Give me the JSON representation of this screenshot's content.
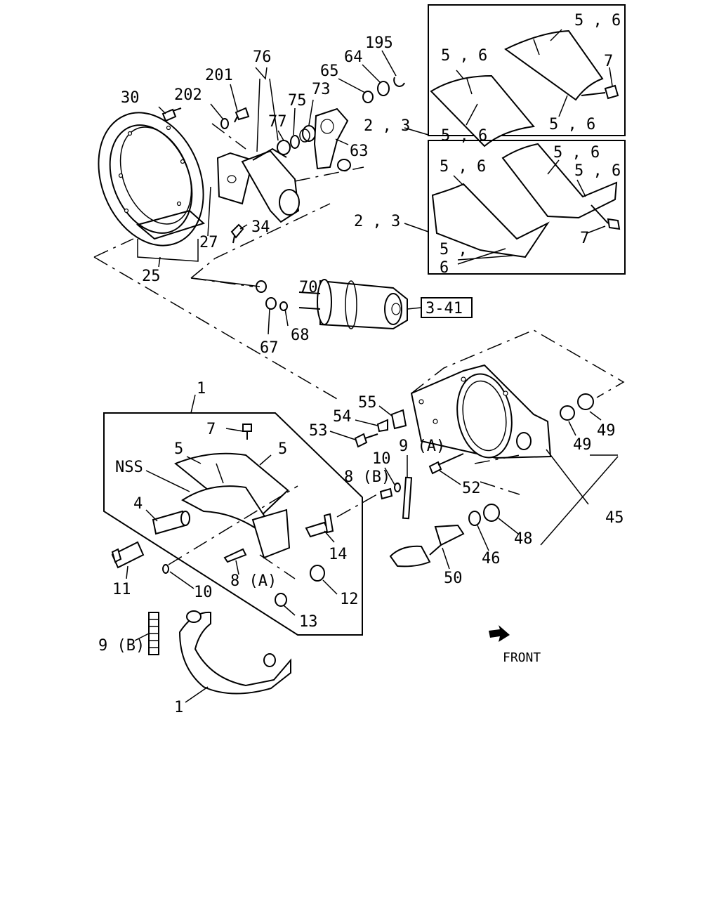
{
  "diagram": {
    "callouts": {
      "c30": "30",
      "c202": "202",
      "c201": "201",
      "c76": "76",
      "c77": "77",
      "c75": "75",
      "c73": "73",
      "c65": "65",
      "c64": "64",
      "c195": "195",
      "c63": "63",
      "c23top": "2 , 3",
      "c34": "34",
      "c27": "27",
      "c25": "25",
      "c70": "70",
      "c341": "3-41",
      "c67": "67",
      "c68": "68",
      "c23mid": "2 , 3",
      "tr56a": "5 , 6",
      "tr56b": "5 , 6",
      "tr7": "7",
      "tr56c": "5 , 6",
      "tr56d": "5 , 6",
      "mr56a": "5 , 6",
      "mr56b": "5 , 6",
      "mr56c": "5 , 6",
      "mr7": "7",
      "mr5": "5 ,",
      "mr6": "6",
      "c1top": "1",
      "c7": "7",
      "c5a": "5",
      "c5b": "5",
      "cNSS": "NSS",
      "c4": "4",
      "c11": "11",
      "c10a": "10",
      "c8a": "8 (A)",
      "c14": "14",
      "c12": "12",
      "c13": "13",
      "c10b": "10",
      "c8b": "8 (B)",
      "c9a": "9 (A)",
      "c53": "53",
      "c54": "54",
      "c55": "55",
      "c52": "52",
      "c49a": "49",
      "c49b": "49",
      "c45": "45",
      "c48": "48",
      "c46": "46",
      "c50": "50",
      "c9b": "9 (B)",
      "c1bot": "1"
    },
    "front_label": "FRONT"
  }
}
